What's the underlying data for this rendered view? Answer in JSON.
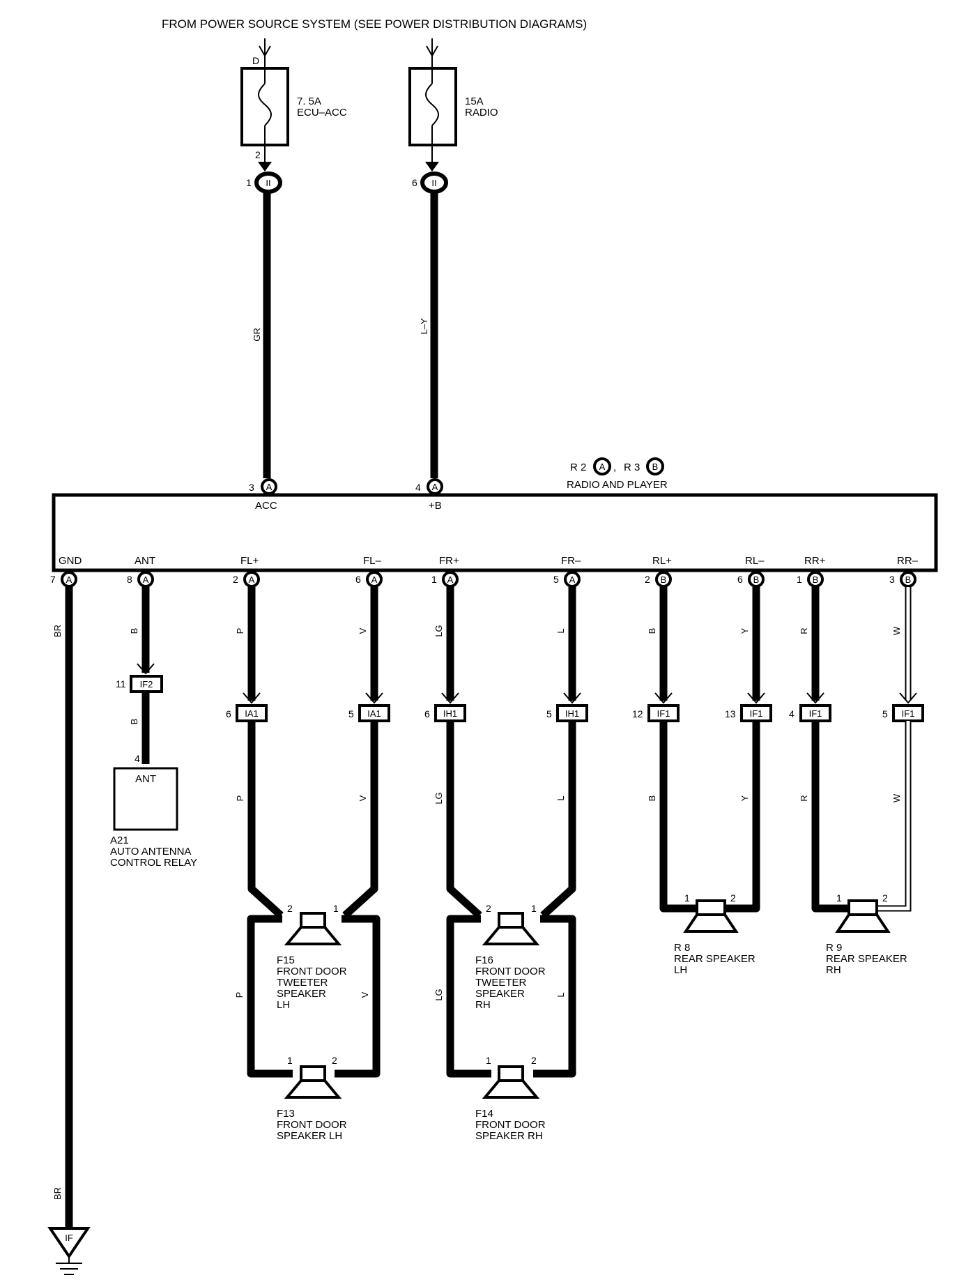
{
  "header": "FROM POWER SOURCE SYSTEM (SEE POWER DISTRIBUTION DIAGRAMS)",
  "fuses": [
    {
      "letter": "D",
      "amps": "7. 5A",
      "name": "ECU–ACC",
      "pin_out": "2",
      "ii_pin": "1",
      "ii_label": "II",
      "wire": "GR"
    },
    {
      "letter": "",
      "amps": "15A",
      "name": "RADIO",
      "pin_out": "",
      "ii_pin": "6",
      "ii_label": "II",
      "wire": "L–Y"
    }
  ],
  "radio": {
    "ref_a": "R 2",
    "conn_a": "A",
    "ref_sep": ",",
    "ref_b": "R 3",
    "conn_b": "B",
    "name": "RADIO AND PLAYER",
    "top_pins": [
      {
        "pin": "3",
        "conn": "A",
        "label": "ACC"
      },
      {
        "pin": "4",
        "conn": "A",
        "label": "+B"
      }
    ],
    "bottom_pins": [
      {
        "pin": "7",
        "conn": "A",
        "label": "GND",
        "wire": "BR"
      },
      {
        "pin": "8",
        "conn": "A",
        "label": "ANT",
        "wire": "B"
      },
      {
        "pin": "2",
        "conn": "A",
        "label": "FL+",
        "wire": "P"
      },
      {
        "pin": "6",
        "conn": "A",
        "label": "FL–",
        "wire": "V"
      },
      {
        "pin": "1",
        "conn": "A",
        "label": "FR+",
        "wire": "LG"
      },
      {
        "pin": "5",
        "conn": "A",
        "label": "FR–",
        "wire": "L"
      },
      {
        "pin": "2",
        "conn": "B",
        "label": "RL+",
        "wire": "B"
      },
      {
        "pin": "6",
        "conn": "B",
        "label": "RL–",
        "wire": "Y"
      },
      {
        "pin": "1",
        "conn": "B",
        "label": "RR+",
        "wire": "R"
      },
      {
        "pin": "3",
        "conn": "B",
        "label": "RR–",
        "wire": "W"
      }
    ]
  },
  "junctions": [
    {
      "pin": "11",
      "label": "IF2",
      "wire_below": "B"
    },
    {
      "pin": "6",
      "label": "IA1",
      "wire_below": "P"
    },
    {
      "pin": "5",
      "label": "IA1",
      "wire_below": "V"
    },
    {
      "pin": "6",
      "label": "IH1",
      "wire_below": "LG"
    },
    {
      "pin": "5",
      "label": "IH1",
      "wire_below": "L"
    },
    {
      "pin": "12",
      "label": "IF1",
      "wire_below": "B"
    },
    {
      "pin": "13",
      "label": "IF1",
      "wire_below": "Y"
    },
    {
      "pin": "4",
      "label": "IF1",
      "wire_below": "R"
    },
    {
      "pin": "5",
      "label": "IF1",
      "wire_below": "W"
    }
  ],
  "antenna": {
    "pin": "4",
    "label": "ANT",
    "code": "A21",
    "name1": "AUTO ANTENNA",
    "name2": "CONTROL RELAY"
  },
  "tweeters": [
    {
      "pin1": "2",
      "pin2": "1",
      "code": "F15",
      "l1": "FRONT DOOR",
      "l2": "TWEETER",
      "l3": "SPEAKER",
      "l4": "LH",
      "wl": "P",
      "wr": "V"
    },
    {
      "pin1": "2",
      "pin2": "1",
      "code": "F16",
      "l1": "FRONT DOOR",
      "l2": "TWEETER",
      "l3": "SPEAKER",
      "l4": "RH",
      "wl": "LG",
      "wr": "L"
    }
  ],
  "front_speakers": [
    {
      "pin1": "1",
      "pin2": "2",
      "code": "F13",
      "l1": "FRONT DOOR",
      "l2": "SPEAKER LH"
    },
    {
      "pin1": "1",
      "pin2": "2",
      "code": "F14",
      "l1": "FRONT DOOR",
      "l2": "SPEAKER RH"
    }
  ],
  "rear_speakers": [
    {
      "pin1": "1",
      "pin2": "2",
      "code": "R 8",
      "l1": "REAR SPEAKER",
      "l2": "LH"
    },
    {
      "pin1": "1",
      "pin2": "2",
      "code": "R 9",
      "l1": "REAR SPEAKER",
      "l2": "RH"
    }
  ],
  "ground": {
    "wire": "BR",
    "label": "IF"
  }
}
